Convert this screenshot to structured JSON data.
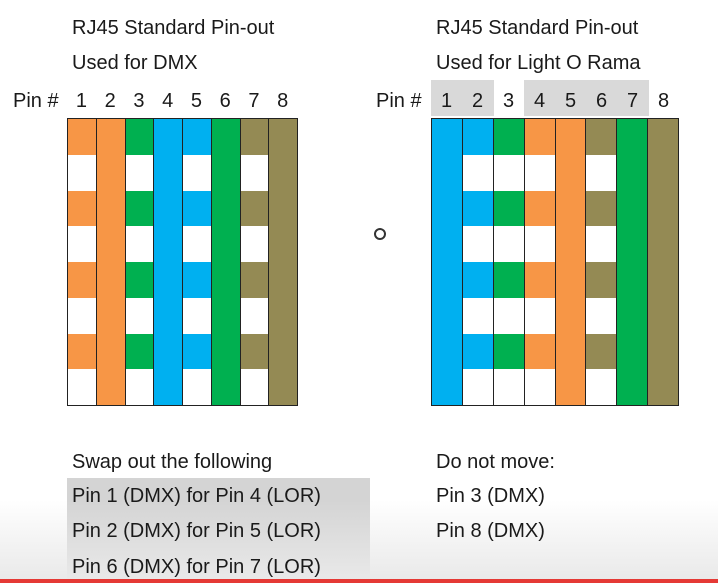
{
  "colors": {
    "orange": "#f79646",
    "green": "#00b050",
    "blue": "#00b0f0",
    "brown": "#948a54",
    "white": "#ffffff",
    "highlight": "#d9d9d9",
    "progress": "#e53935"
  },
  "left": {
    "title_line1": "RJ45 Standard Pin-out",
    "title_line2": "Used for DMX",
    "pin_header": "Pin #",
    "pins": [
      {
        "label": "1",
        "color": "orange",
        "striped": true
      },
      {
        "label": "2",
        "color": "orange",
        "striped": false
      },
      {
        "label": "3",
        "color": "green",
        "striped": true
      },
      {
        "label": "4",
        "color": "blue",
        "striped": false
      },
      {
        "label": "5",
        "color": "blue",
        "striped": true
      },
      {
        "label": "6",
        "color": "green",
        "striped": false
      },
      {
        "label": "7",
        "color": "brown",
        "striped": true
      },
      {
        "label": "8",
        "color": "brown",
        "striped": false
      }
    ]
  },
  "right": {
    "title_line1": "RJ45 Standard Pin-out",
    "title_line2": "Used for Light O Rama",
    "pin_header": "Pin #",
    "highlighted_pins": [
      "1",
      "2",
      "4",
      "5",
      "6",
      "7"
    ],
    "pins": [
      {
        "label": "1",
        "color": "blue",
        "striped": false
      },
      {
        "label": "2",
        "color": "blue",
        "striped": true
      },
      {
        "label": "3",
        "color": "green",
        "striped": true
      },
      {
        "label": "4",
        "color": "orange",
        "striped": true
      },
      {
        "label": "5",
        "color": "orange",
        "striped": false
      },
      {
        "label": "6",
        "color": "brown",
        "striped": true
      },
      {
        "label": "7",
        "color": "green",
        "striped": false
      },
      {
        "label": "8",
        "color": "brown",
        "striped": false
      }
    ]
  },
  "swap": {
    "heading": "Swap out the following",
    "items": [
      "Pin 1 (DMX) for Pin 4 (LOR)",
      "Pin 2 (DMX) for Pin 5 (LOR)",
      "Pin 6 (DMX) for Pin 7 (LOR)"
    ]
  },
  "keep": {
    "heading": "Do not move:",
    "items": [
      "Pin 3 (DMX)",
      "Pin 8 (DMX)"
    ]
  }
}
